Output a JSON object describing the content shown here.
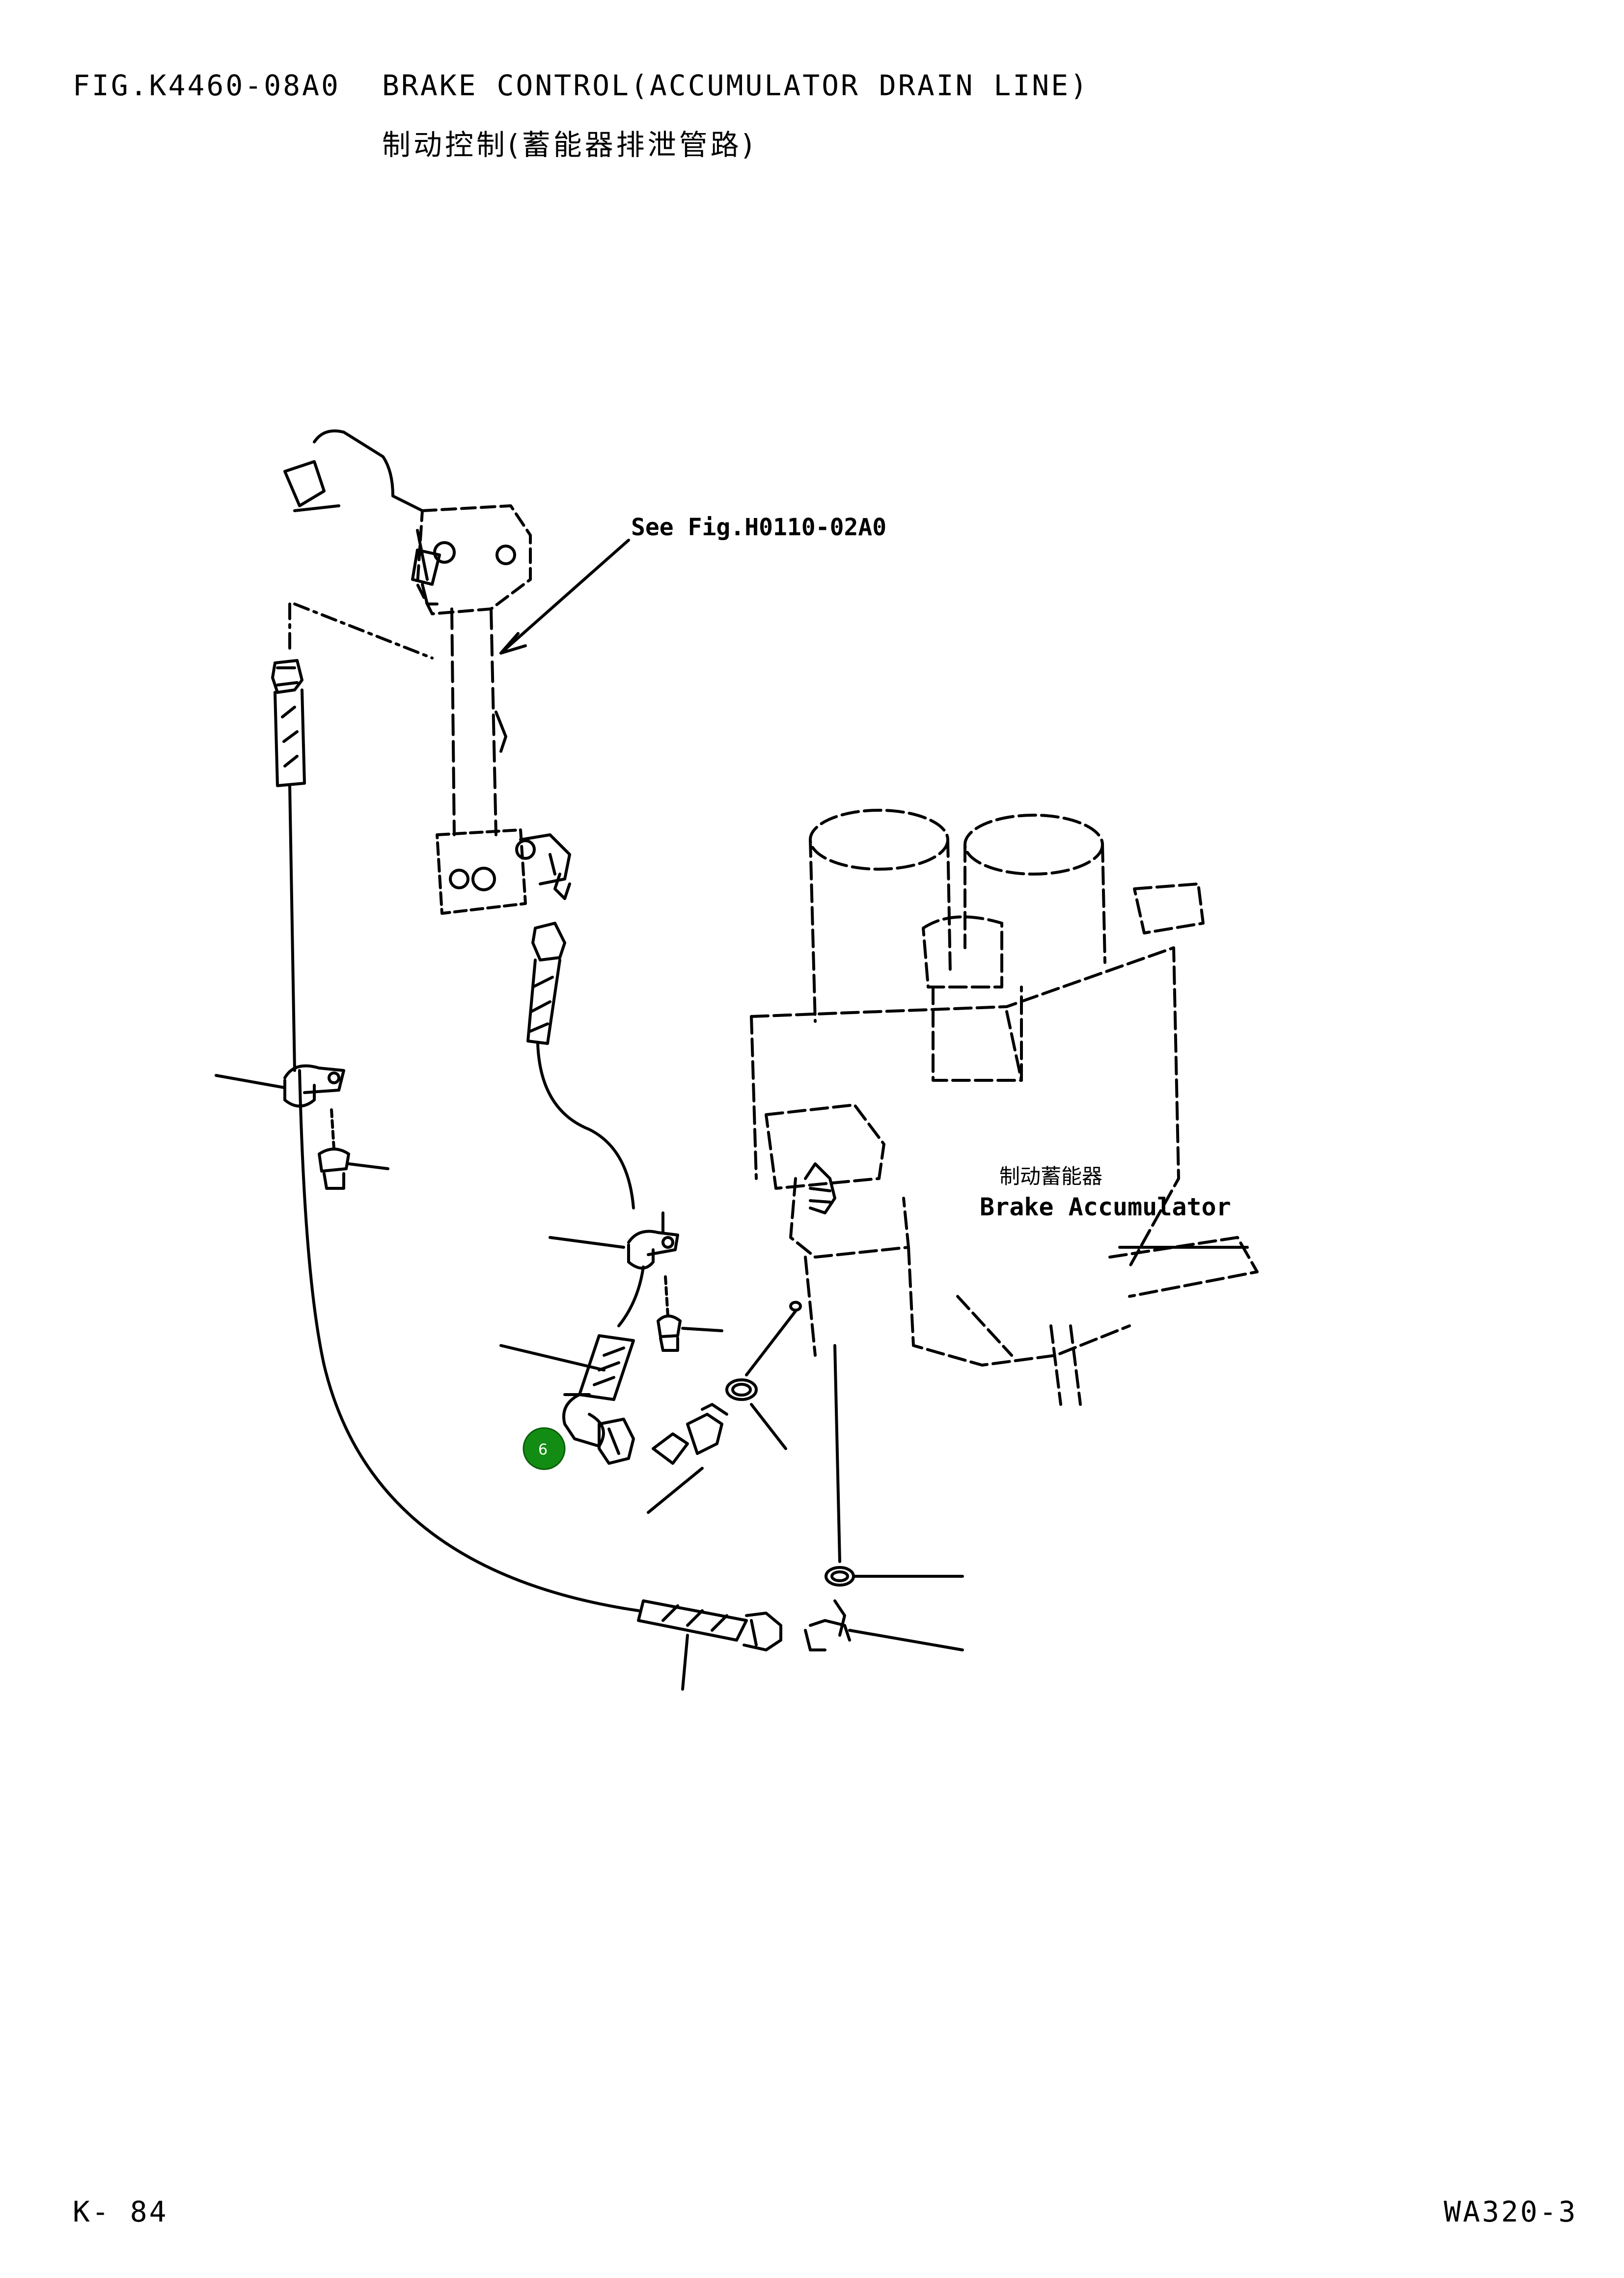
{
  "header": {
    "fig_number": "FIG.K4460-08A0",
    "title_en": "BRAKE CONTROL(ACCUMULATOR DRAIN LINE)",
    "title_cn": "制动控制(蓄能器排泄管路)"
  },
  "diagram": {
    "see_fig_label": "See Fig.H0110-02A0",
    "accumulator_label_cn": "制动蓄能器",
    "accumulator_label_en": "Brake Accumulator",
    "callout_number": "6",
    "callout_color": "#138c13"
  },
  "footer": {
    "page": "K- 84",
    "model": "WA320-3"
  }
}
